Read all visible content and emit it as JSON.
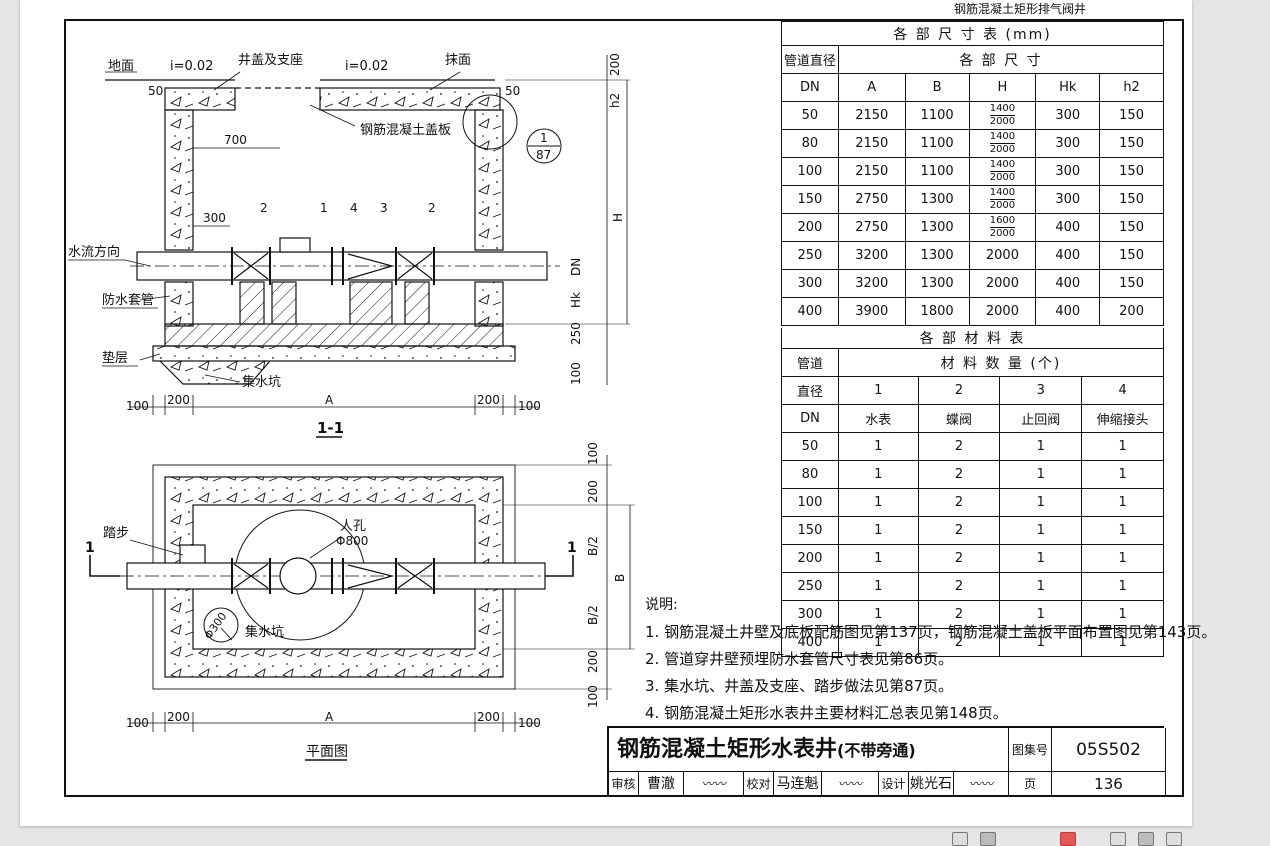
{
  "header": {
    "title": "钢筋混凝土矩形排气阀井"
  },
  "section": {
    "label_ground": "地面",
    "slope_left": "i=0.02",
    "slope_right": "i=0.02",
    "label_cover": "井盖及支座",
    "label_plaster": "抹面",
    "label_slab": "钢筋混凝土盖板",
    "label_flow": "水流方向",
    "label_sleeve": "防水套管",
    "label_cushion": "垫层",
    "label_sump": "集水坑",
    "dim_50_left": "50",
    "dim_50_right": "50",
    "dim_700": "700",
    "dim_300": "300",
    "dim_200_top": "200",
    "dim_h2": "h2",
    "dim_H": "H",
    "dim_DN": "DN",
    "dim_Hk": "Hk",
    "dim_250": "250",
    "dim_100_v": "100",
    "dim_A": "A",
    "dim_100_l": "100",
    "dim_200_l": "200",
    "dim_200_r": "200",
    "dim_100_r": "100",
    "callout_num": "1",
    "callout_den": "87",
    "parts": [
      "2",
      "1",
      "4",
      "3",
      "2"
    ],
    "section_label": "1-1"
  },
  "plan": {
    "label_step": "踏步",
    "label_manhole": "人孔",
    "label_manhole_dia": "Φ800",
    "label_sump": "集水坑",
    "label_sump_dia": "Φ300",
    "cut_left": "1",
    "cut_right": "1",
    "dim_100_top": "100",
    "dim_200_top": "200",
    "dim_B2_top": "B/2",
    "dim_B": "B",
    "dim_B2_bot": "B/2",
    "dim_200_bot": "200",
    "dim_100_bot": "100",
    "dim_A": "A",
    "dim_100_l": "100",
    "dim_200_l": "200",
    "dim_200_r": "200",
    "dim_100_r": "100",
    "plan_label": "平面图"
  },
  "dims_table": {
    "title": "各 部 尺 寸 表 (mm)",
    "col_dn_header": "管道直径",
    "sizes_header": "各 部 尺 寸",
    "columns": [
      "DN",
      "A",
      "B",
      "H",
      "Hk",
      "h2"
    ],
    "rows": [
      {
        "dn": "50",
        "a": "2150",
        "b": "1100",
        "h_top": "1400",
        "h_bot": "2000",
        "h": "",
        "hk": "300",
        "h2": "150"
      },
      {
        "dn": "80",
        "a": "2150",
        "b": "1100",
        "h_top": "1400",
        "h_bot": "2000",
        "h": "",
        "hk": "300",
        "h2": "150"
      },
      {
        "dn": "100",
        "a": "2150",
        "b": "1100",
        "h_top": "1400",
        "h_bot": "2000",
        "h": "",
        "hk": "300",
        "h2": "150"
      },
      {
        "dn": "150",
        "a": "2750",
        "b": "1300",
        "h_top": "1400",
        "h_bot": "2000",
        "h": "",
        "hk": "300",
        "h2": "150"
      },
      {
        "dn": "200",
        "a": "2750",
        "b": "1300",
        "h_top": "1600",
        "h_bot": "2000",
        "h": "",
        "hk": "400",
        "h2": "150"
      },
      {
        "dn": "250",
        "a": "3200",
        "b": "1300",
        "h_top": "",
        "h_bot": "",
        "h": "2000",
        "hk": "400",
        "h2": "150"
      },
      {
        "dn": "300",
        "a": "3200",
        "b": "1300",
        "h_top": "",
        "h_bot": "",
        "h": "2000",
        "hk": "400",
        "h2": "150"
      },
      {
        "dn": "400",
        "a": "3900",
        "b": "1800",
        "h_top": "",
        "h_bot": "",
        "h": "2000",
        "hk": "400",
        "h2": "200"
      }
    ]
  },
  "material_table": {
    "title": "各 部 材 料 表",
    "col_dn_1": "管道",
    "col_dn_2": "直径",
    "col_dn_3": "DN",
    "qty_header": "材 料 数 量 (个)",
    "item_numbers": [
      "1",
      "2",
      "3",
      "4"
    ],
    "item_names": [
      "水表",
      "蝶阀",
      "止回阀",
      "伸缩接头"
    ],
    "rows": [
      {
        "dn": "50",
        "q": [
          "1",
          "2",
          "1",
          "1"
        ]
      },
      {
        "dn": "80",
        "q": [
          "1",
          "2",
          "1",
          "1"
        ]
      },
      {
        "dn": "100",
        "q": [
          "1",
          "2",
          "1",
          "1"
        ]
      },
      {
        "dn": "150",
        "q": [
          "1",
          "2",
          "1",
          "1"
        ]
      },
      {
        "dn": "200",
        "q": [
          "1",
          "2",
          "1",
          "1"
        ]
      },
      {
        "dn": "250",
        "q": [
          "1",
          "2",
          "1",
          "1"
        ]
      },
      {
        "dn": "300",
        "q": [
          "1",
          "2",
          "1",
          "1"
        ]
      },
      {
        "dn": "400",
        "q": [
          "1",
          "2",
          "1",
          "1"
        ]
      }
    ]
  },
  "notes": {
    "title": "说明:",
    "items": [
      "1. 钢筋混凝土井壁及底板配筋图见第137页，钢筋混凝土盖板平面布置图见第143页。",
      "2. 管道穿井壁预埋防水套管尺寸表见第86页。",
      "3. 集水坑、井盖及支座、踏步做法见第87页。",
      "4. 钢筋混凝土矩形水表井主要材料汇总表见第148页。"
    ]
  },
  "titleblock": {
    "name": "钢筋混凝土矩形水表井",
    "subname": "(不带旁通)",
    "atlas_label": "图集号",
    "atlas_no": "05S502",
    "review_label": "审核",
    "reviewer": "曹澈",
    "check_label": "校对",
    "checker": "马连魁",
    "design_label": "设计",
    "designer": "姚光石",
    "page_label": "页",
    "page_no": "136"
  }
}
